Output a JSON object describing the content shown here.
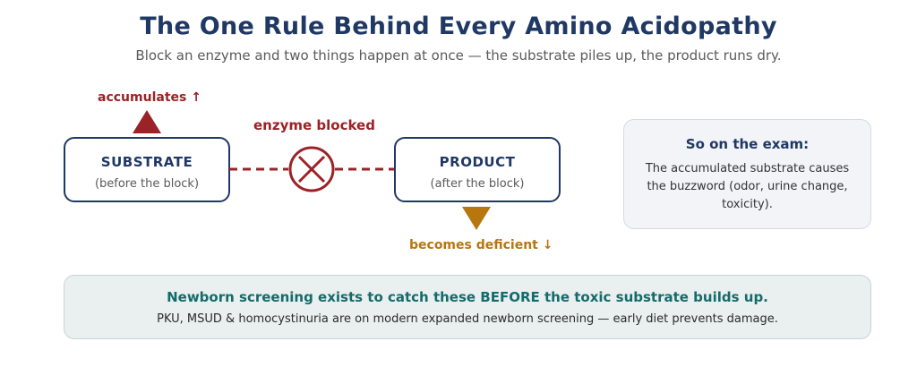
{
  "header": {
    "title": "The One Rule Behind Every Amino Acidopathy",
    "subtitle": "Block an enzyme and two things happen at once — the substrate piles up, the product runs dry."
  },
  "diagram": {
    "substrate": {
      "label": "SUBSTRATE",
      "note": "(before the block)"
    },
    "product": {
      "label": "PRODUCT",
      "note": "(after the block)"
    },
    "accumulates_label": "accumulates ↑",
    "enzyme_label": "enzyme blocked",
    "deficient_label": "becomes deficient ↓",
    "colors": {
      "accumulate": "#9b2226",
      "deficient": "#b8760f",
      "box_border": "#1f3864"
    }
  },
  "exam_card": {
    "heading": "So on the exam:",
    "body": "The accumulated substrate causes the buzzword (odor, urine change, toxicity)."
  },
  "screening": {
    "headline": "Newborn screening exists to catch these BEFORE the toxic substrate builds up.",
    "detail": "PKU, MSUD & homocystinuria are on modern expanded newborn screening — early diet prevents damage."
  }
}
